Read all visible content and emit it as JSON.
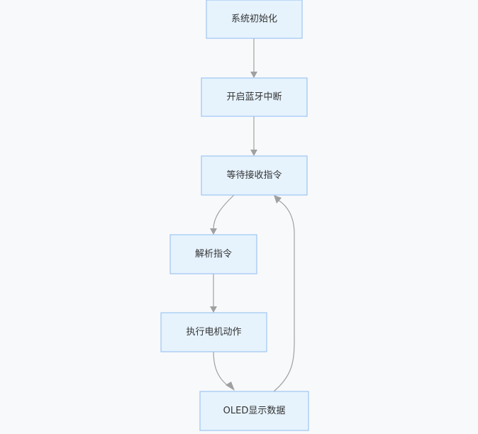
{
  "diagram": {
    "type": "flowchart",
    "direction": "top-down",
    "nodes": [
      {
        "id": "init",
        "label": "系统初始化"
      },
      {
        "id": "bt",
        "label": "开启蓝牙中断"
      },
      {
        "id": "wait",
        "label": "等待接收指令"
      },
      {
        "id": "parse",
        "label": "解析指令"
      },
      {
        "id": "motor",
        "label": "执行电机动作"
      },
      {
        "id": "oled",
        "label": "OLED显示数据"
      }
    ],
    "edges": [
      {
        "from": "init",
        "to": "bt"
      },
      {
        "from": "bt",
        "to": "wait"
      },
      {
        "from": "wait",
        "to": "parse"
      },
      {
        "from": "parse",
        "to": "motor"
      },
      {
        "from": "motor",
        "to": "oled"
      },
      {
        "from": "oled",
        "to": "wait"
      }
    ]
  },
  "colors": {
    "node_fill": "#e6f3fd",
    "node_border": "#9ec5f2",
    "edge": "#a0a0a0",
    "text": "#333333",
    "background": "#f8f9fb"
  }
}
